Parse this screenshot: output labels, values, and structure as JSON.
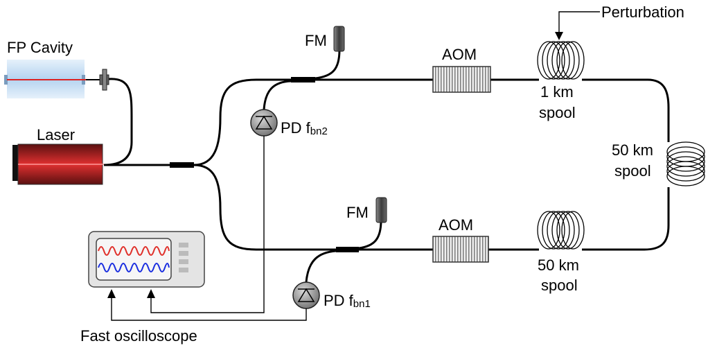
{
  "labels": {
    "fp_cavity": "FP Cavity",
    "laser": "Laser",
    "fm_top": "FM",
    "fm_bottom": "FM",
    "aom_top": "AOM",
    "aom_bottom": "AOM",
    "perturbation": "Perturbation",
    "spool_1km_line1": "1 km",
    "spool_1km_line2": "spool",
    "spool_50km_right_line1": "50 km",
    "spool_50km_right_line2": "spool",
    "spool_50km_bottom_line1": "50 km",
    "spool_50km_bottom_line2": "spool",
    "pd_top_main": "PD f",
    "pd_top_sub": "bn2",
    "pd_bottom_main": "PD f",
    "pd_bottom_sub": "bn1",
    "oscilloscope": "Fast oscilloscope"
  },
  "colors": {
    "laser_red": "#c8282a",
    "cavity_blue": "#bcd8f2",
    "trace_red": "#e0302a",
    "trace_blue": "#1a2ee0",
    "device_gray": "#555555"
  }
}
